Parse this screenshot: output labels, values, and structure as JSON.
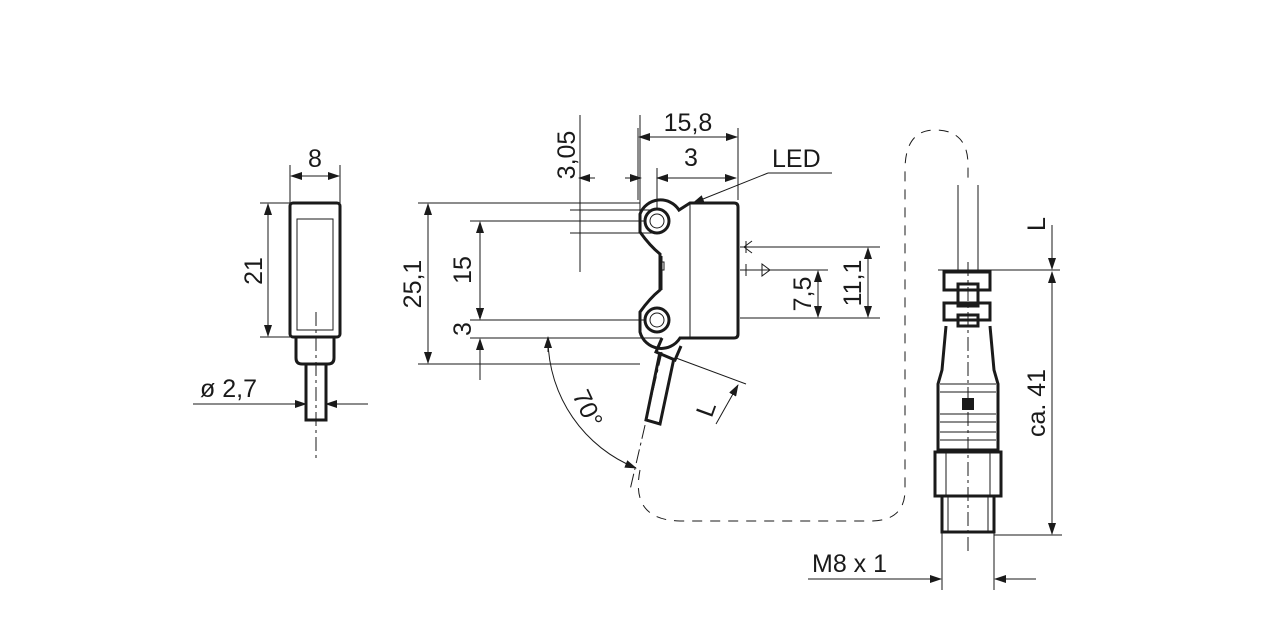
{
  "dimensions": {
    "side_width": "8",
    "side_height": "21",
    "cable_diameter": "ø  2,7",
    "hole_offset": "3,05",
    "body_width": "15,8",
    "led_offset": "3",
    "led_label": "LED",
    "body_height": "25,1",
    "hole_spacing": "15",
    "hole_bottom": "3",
    "angle": "70°",
    "cable_length_front": "L",
    "beam_lower": "7,5",
    "beam_upper": "11,1",
    "cable_length_connector": "L",
    "connector_length": "ca.  41",
    "thread": "M8 x 1"
  }
}
